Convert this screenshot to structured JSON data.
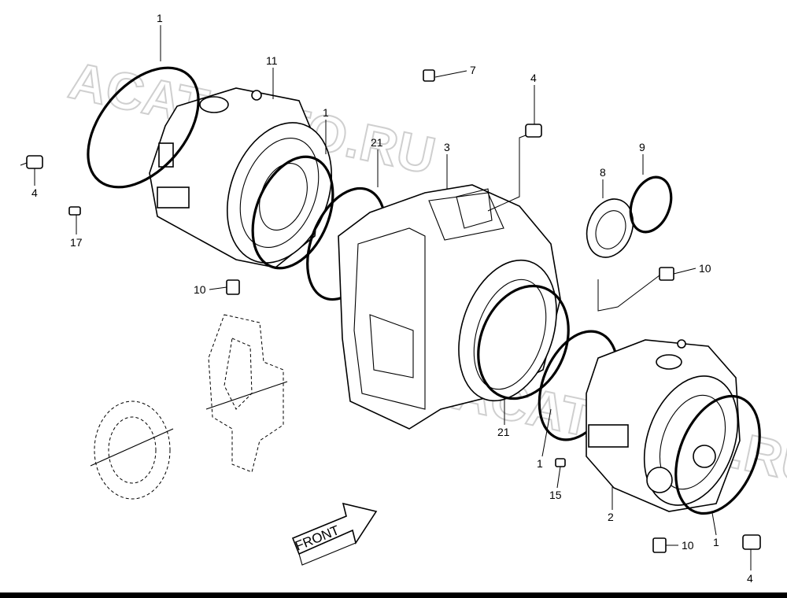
{
  "watermark": "ACATAUTO.RU",
  "front_label": "FRONT",
  "callouts": {
    "c1_top": "1",
    "c11": "11",
    "c1_mid": "1",
    "c21_top": "21",
    "c3": "3",
    "c7": "7",
    "c4_top": "4",
    "c8": "8",
    "c9": "9",
    "c4_left": "4",
    "c17": "17",
    "c10_left": "10",
    "c10_right": "10",
    "c21_bottom": "21",
    "c1_lower": "1",
    "c15": "15",
    "c2": "2",
    "c10_bottom": "10",
    "c1_bottom": "1",
    "c4_bottom": "4"
  }
}
